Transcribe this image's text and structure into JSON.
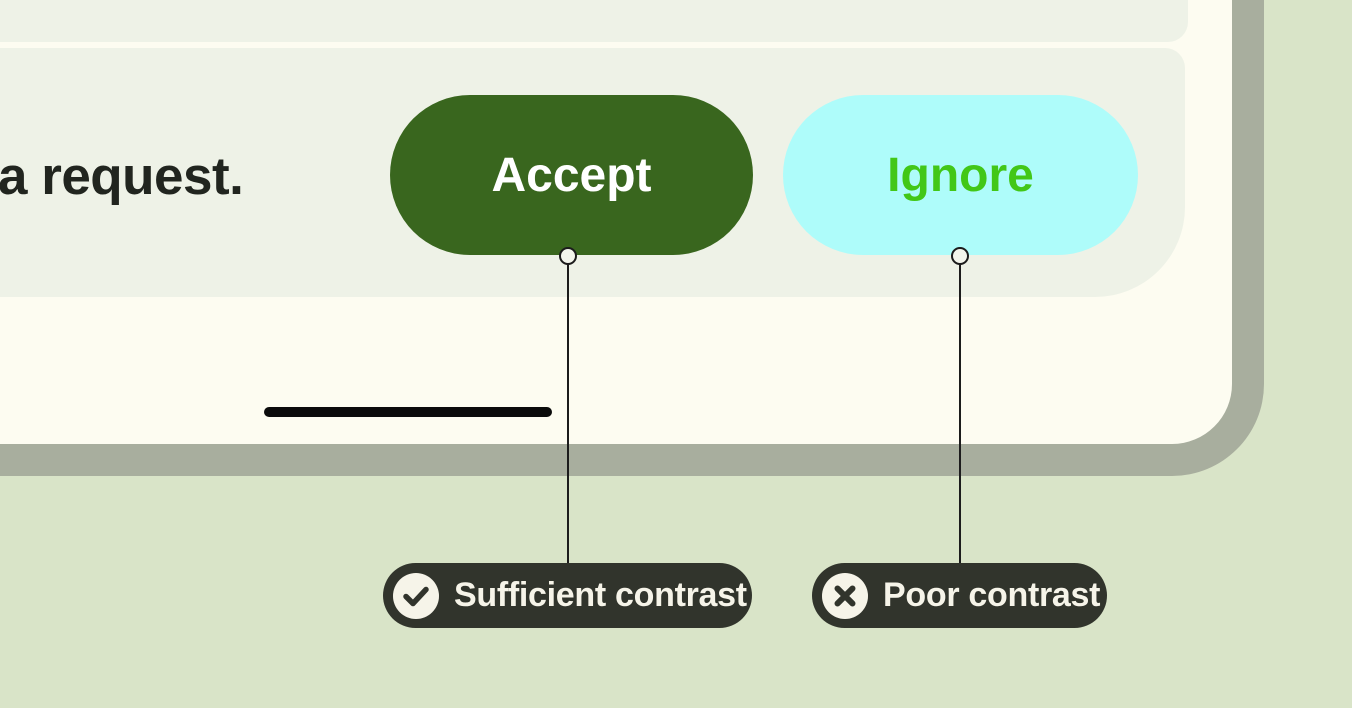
{
  "colors": {
    "page_background": "#d9e4c8",
    "phone_frame": "#a8ae9e",
    "phone_screen": "#fdfcf1",
    "panel": "#eef2e7",
    "accept_bg": "#39661e",
    "accept_fg": "#ffffff",
    "ignore_bg": "#aefcfa",
    "ignore_fg": "#42c717",
    "badge_bg": "#31342c",
    "badge_fg": "#f6f4e9",
    "message_fg": "#21251f",
    "callout_line": "#1c1c1c",
    "home_indicator": "#0b0b0b"
  },
  "screen": {
    "message_fragment": "a request.",
    "buttons": [
      {
        "label": "Accept",
        "contrast": "sufficient"
      },
      {
        "label": "Ignore",
        "contrast": "poor"
      }
    ]
  },
  "annotations": [
    {
      "label": "Sufficient contrast",
      "icon": "check-icon"
    },
    {
      "label": "Poor contrast",
      "icon": "x-icon"
    }
  ]
}
